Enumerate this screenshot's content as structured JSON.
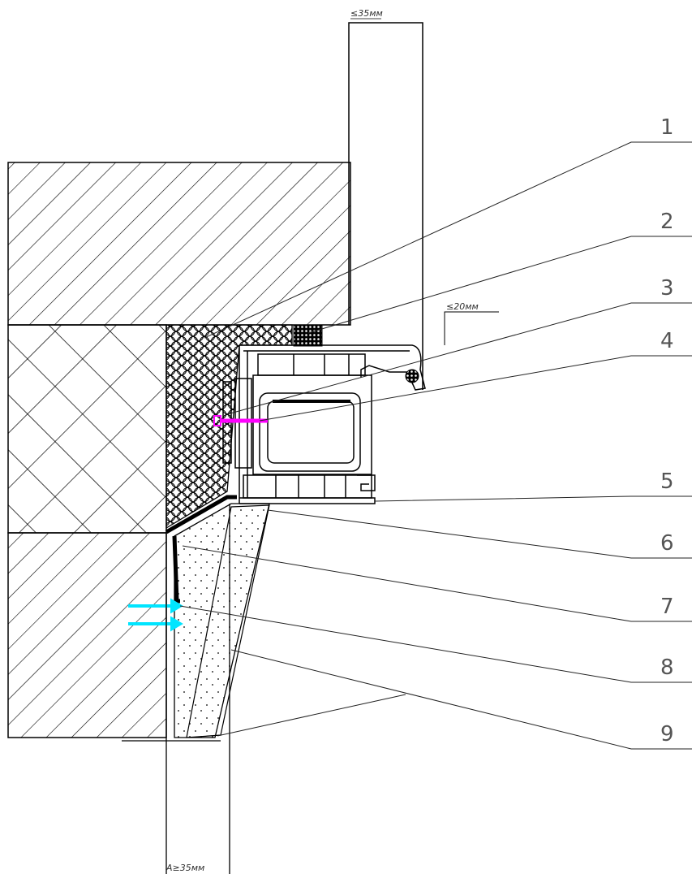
{
  "dimensions": {
    "top": "≤35мм",
    "middle": "≤20мм",
    "bottom": "A≥35мм"
  },
  "callouts": [
    {
      "number": "1"
    },
    {
      "number": "2"
    },
    {
      "number": "3"
    },
    {
      "number": "4"
    },
    {
      "number": "5"
    },
    {
      "number": "6"
    },
    {
      "number": "7"
    },
    {
      "number": "8"
    },
    {
      "number": "9"
    }
  ],
  "colors": {
    "anchor": "#ff00ff",
    "arrows": "#00e5ff",
    "lines": "#000000",
    "labels": "#555555"
  }
}
